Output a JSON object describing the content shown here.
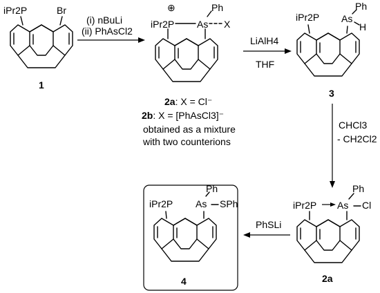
{
  "structures": {
    "s1": {
      "substituent_left": "iPr2P",
      "substituent_right": "Br",
      "compound_number": "1"
    },
    "s2": {
      "charge": "⊕",
      "phosphorus": "iPr2P",
      "arsenic": "As",
      "phenyl": "Ph",
      "counterion": "X",
      "caption_2a_num": "2a",
      "caption_2a_text": ": X = Cl⁻",
      "caption_2b_num": "2b",
      "caption_2b_text": ": X = [PhAsCl3]⁻",
      "note_line1": "obtained as a mixture",
      "note_line2": "with two counterions"
    },
    "s3": {
      "phosphorus": "iPr2P",
      "arsenic": "As",
      "phenyl": "Ph",
      "hydrogen": "H",
      "compound_number": "3"
    },
    "s2a": {
      "phosphorus": "iPr2P",
      "arsenic": "As",
      "phenyl": "Ph",
      "chloride": "Cl",
      "compound_number": "2a"
    },
    "s4": {
      "phosphorus": "iPr2P",
      "arsenic": "As",
      "phenyl": "Ph",
      "thio": "SPh",
      "compound_number": "4"
    }
  },
  "arrows": {
    "a1": {
      "line1": "(i) nBuLi",
      "line2": "(ii) PhAsCl2"
    },
    "a2": {
      "line1": "LiAlH4",
      "line2": "THF"
    },
    "a3": {
      "line1": "CHCl3",
      "line2": "- CH2Cl2"
    },
    "a4": {
      "line1": "PhSLi"
    }
  }
}
